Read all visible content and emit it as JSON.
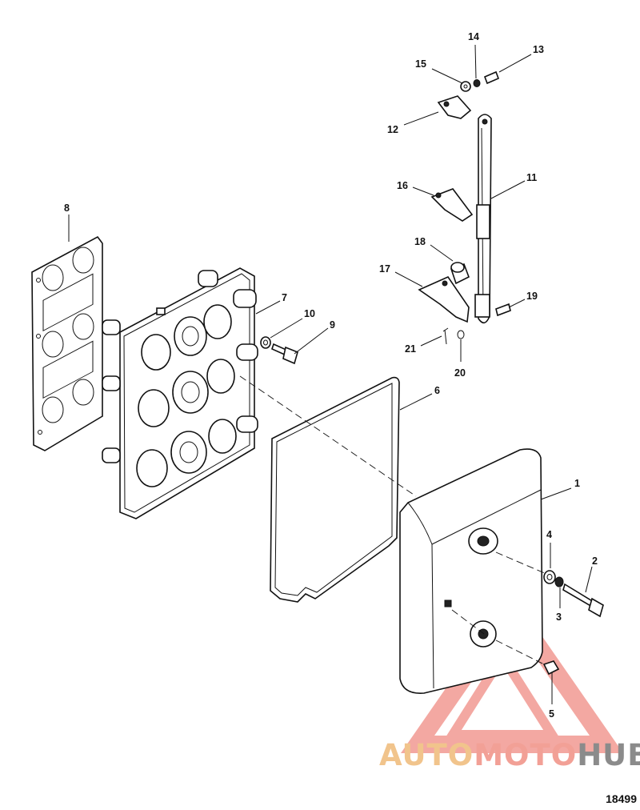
{
  "callouts": [
    "1",
    "2",
    "3",
    "4",
    "5",
    "6",
    "7",
    "8",
    "9",
    "10",
    "11",
    "12",
    "13",
    "14",
    "15",
    "16",
    "17",
    "18",
    "19",
    "20",
    "21"
  ],
  "figure_ref": "18499",
  "watermark": {
    "part1": "AUTO",
    "part2": "MOTO",
    "part3": "HUB"
  },
  "colors": {
    "line": "#111111",
    "watermark_gold": "#f1c48c",
    "watermark_salmon": "#f2a096",
    "watermark_grey": "#8b8b8b"
  }
}
